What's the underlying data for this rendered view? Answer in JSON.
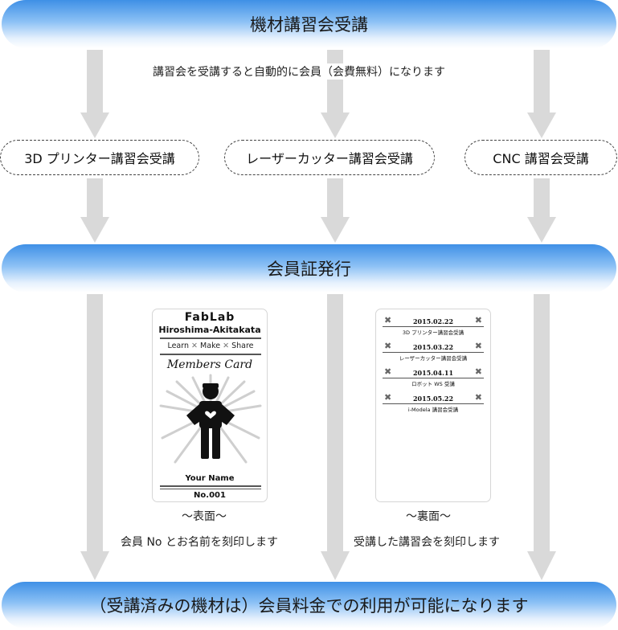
{
  "banners": {
    "top": "機材講習会受講",
    "middle": "会員証発行",
    "bottom": "（受講済みの機材は）会員料金での利用が可能になります"
  },
  "top_note": "講習会を受講すると自動的に会員（会費無料）になります",
  "courses": [
    {
      "label": "3D プリンター講習会受講"
    },
    {
      "label": "レーザーカッター講習会受講"
    },
    {
      "label": "CNC 講習会受講"
    }
  ],
  "card_front": {
    "brand": "FabLab",
    "location": "Hiroshima-Akitakata",
    "motto": [
      "Learn",
      "Make",
      "Share"
    ],
    "heading": "Members Card",
    "name": "Your Name",
    "number": "No.001"
  },
  "card_back": {
    "entries": [
      {
        "date": "2015.02.22",
        "course": "3D プリンター講習会受講"
      },
      {
        "date": "2015.03.22",
        "course": "レーザーカッター講習会受講"
      },
      {
        "date": "2015.04.11",
        "course": "ロボット WS 受講"
      },
      {
        "date": "2015.05.22",
        "course": "i-Modela 講習会受講"
      }
    ]
  },
  "captions": {
    "front_label": "～表面～",
    "front_desc": "会員 No とお名前を刻印します",
    "back_label": "～裏面～",
    "back_desc": "受講した講習会を刻印します"
  },
  "colors": {
    "banner_top": "#3f90e6",
    "banner_bottom": "#ffffff",
    "arrow": "#d9d9d9",
    "pill_border": "#444444"
  }
}
